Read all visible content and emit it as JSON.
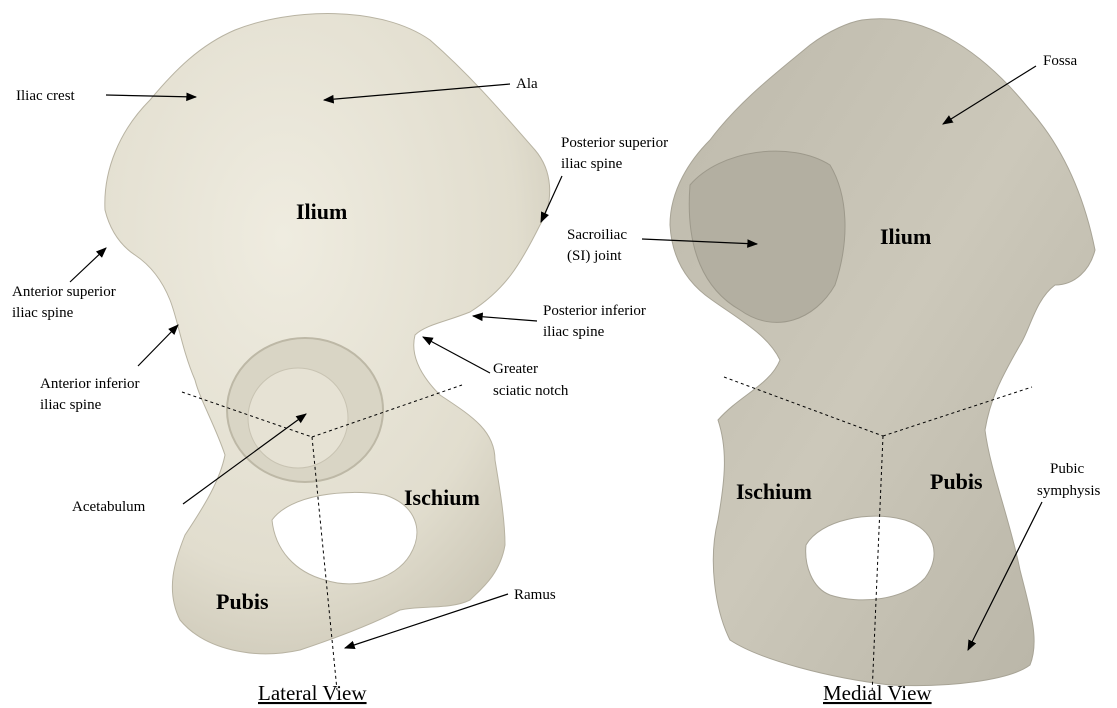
{
  "lateral": {
    "caption": "Lateral View",
    "regions": {
      "ilium": "Ilium",
      "ischium": "Ischium",
      "pubis": "Pubis"
    },
    "labels": {
      "iliac_crest": "Iliac crest",
      "ala": "Ala",
      "psis_1": "Posterior superior",
      "psis_2": "iliac spine",
      "asis_1": "Anterior superior",
      "asis_2": "iliac spine",
      "piis_1": "Posterior inferior",
      "piis_2": "iliac spine",
      "aiis_1": "Anterior inferior",
      "aiis_2": "iliac spine",
      "gsn_1": "Greater",
      "gsn_2": "sciatic notch",
      "acetabulum": "Acetabulum",
      "ramus": "Ramus"
    }
  },
  "medial": {
    "caption": "Medial View",
    "regions": {
      "ilium": "Ilium",
      "ischium": "Ischium",
      "pubis": "Pubis"
    },
    "labels": {
      "fossa": "Fossa",
      "si_1": "Sacroiliac",
      "si_2": "(SI) joint",
      "pubic_1": "Pubic",
      "pubic_2": "symphysis"
    }
  },
  "colors": {
    "bone_lateral": "#e3dfd0",
    "bone_medial": "#c8c4b5"
  }
}
